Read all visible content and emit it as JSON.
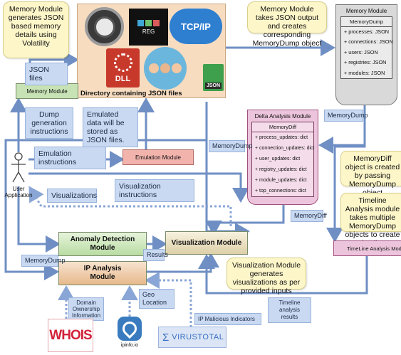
{
  "notes": {
    "memory_module_generates": "Memory Module generates JSON based memory details using Volatility",
    "memory_module_takes": "Memory Module takes JSON output and creates corresponding MemoryDump object",
    "memorydiff_created": "MemoryDiff object is created by passing MemoryDump object",
    "timeline_takes": "Timeline Analysis module takes multiple MemoryDump objects to create timeline",
    "visualization_generates": "Visualization Module generates visualizations as per provided inputs"
  },
  "directory": {
    "label": "Directory containing JSON files",
    "reg_text": "REG",
    "tcpip_text": "TCP/IP",
    "dll_text": "DLL",
    "json_text": "JSON"
  },
  "memory_class": {
    "title": "Memory Module",
    "class_name": "MemoryDump",
    "fields": [
      "+ processes: JSON",
      "+ connections: JSON",
      "+ users: JSON",
      "+ registries: JSON",
      "+ modules: JSON"
    ]
  },
  "delta_class": {
    "title": "Delta Analysis Module",
    "class_name": "MemoryDiff",
    "fields": [
      "+ process_updates: dict",
      "+ connection_updates: dict",
      "+ user_updates: dict",
      "+ registry_updates: dict",
      "+ module_updates: dict",
      "+ top_connections: dict"
    ]
  },
  "modules": {
    "memory_module": "Memory Module",
    "emulation_module": "Emulation Module",
    "anomaly_detection": "Anomaly Detection Module",
    "visualization": "Visualization Module",
    "ip_analysis": "IP Analysis Module",
    "timeline": "TimeLine Analysis Module"
  },
  "labels": {
    "json_files": "JSON files",
    "dump_generation": "Dump generation instructions",
    "emulated_data": "Emulated data will be stored as JSON files.",
    "emulation_instructions": "Emulation instructions",
    "visualizations": "Visualizations",
    "visualization_instructions": "Visualization instructions",
    "memorydump_right": "MemoryDump",
    "memorydump_mid": "MemoryDump",
    "memorydump_left": "MemoryDump",
    "memorydiff": "MemoryDiff",
    "results": "Results",
    "geo_location": "Geo Location",
    "domain_ownership": "Domain Ownership Information",
    "ip_malicious": "IP Malicious Indicators",
    "timeline_results": "Timeline analysis results"
  },
  "user": {
    "label": "User Application"
  },
  "logos": {
    "whois": "WHOIS",
    "ipinfo": "ipinfo.io",
    "virustotal": "VIRUSTOTAL"
  },
  "colors": {
    "arrow": "#6f8fc4",
    "dotted": "#8aa6d6",
    "note_bg": "#fdf6c9",
    "label_bg": "#c9d9f1",
    "directory_bg": "#f7dcc0",
    "whois_red": "#d2233a",
    "ipinfo_blue": "#3a7bbf",
    "virustotal_blue": "#3a6fc4"
  }
}
